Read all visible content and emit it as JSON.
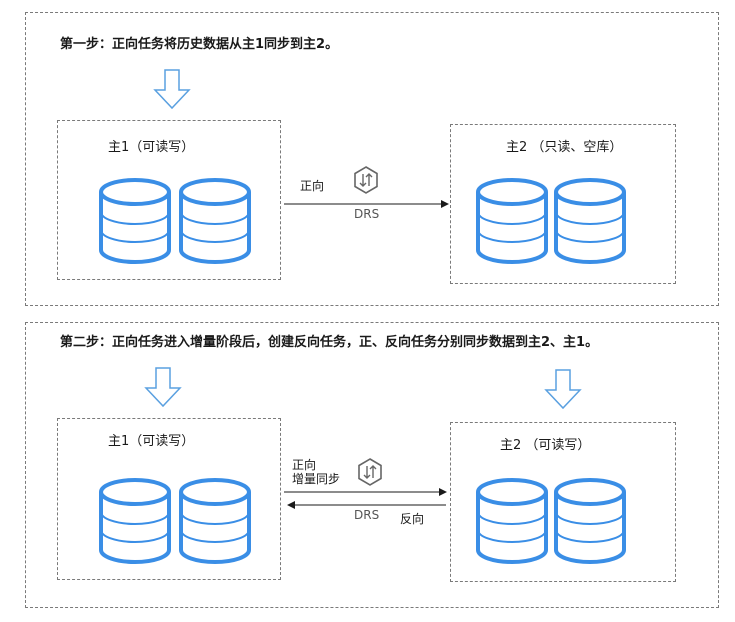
{
  "step1": {
    "title": "第一步：正向任务将历史数据从主1同步到主2。",
    "left_box": "主1（可读写）",
    "right_box": "主2 （只读、空库）",
    "arrow_label": "正向",
    "drs_label": "DRS"
  },
  "step2": {
    "title": "第二步：正向任务进入增量阶段后，创建反向任务，正、反向任务分别同步数据到主2、主1。",
    "left_box": "主1（可读写）",
    "right_box": "主2 （可读写）",
    "forward_label_line1": "正向",
    "forward_label_line2": "增量同步",
    "reverse_label": "反向",
    "drs_label": "DRS"
  },
  "colors": {
    "db_stroke": "#3a8ee6",
    "arrow_blue": "#5aa0e0",
    "drs_icon": "#666666"
  }
}
